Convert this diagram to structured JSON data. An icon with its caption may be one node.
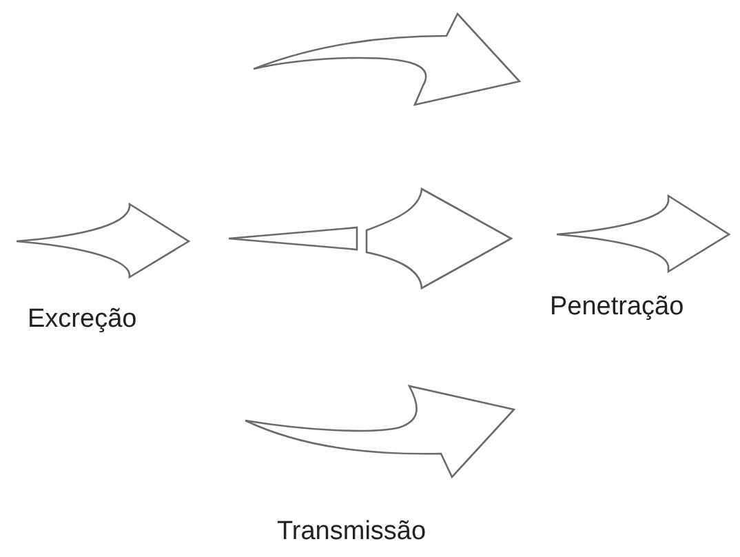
{
  "diagram": {
    "labels": [
      "Excreção",
      "Penetração",
      "Transmissão"
    ]
  }
}
